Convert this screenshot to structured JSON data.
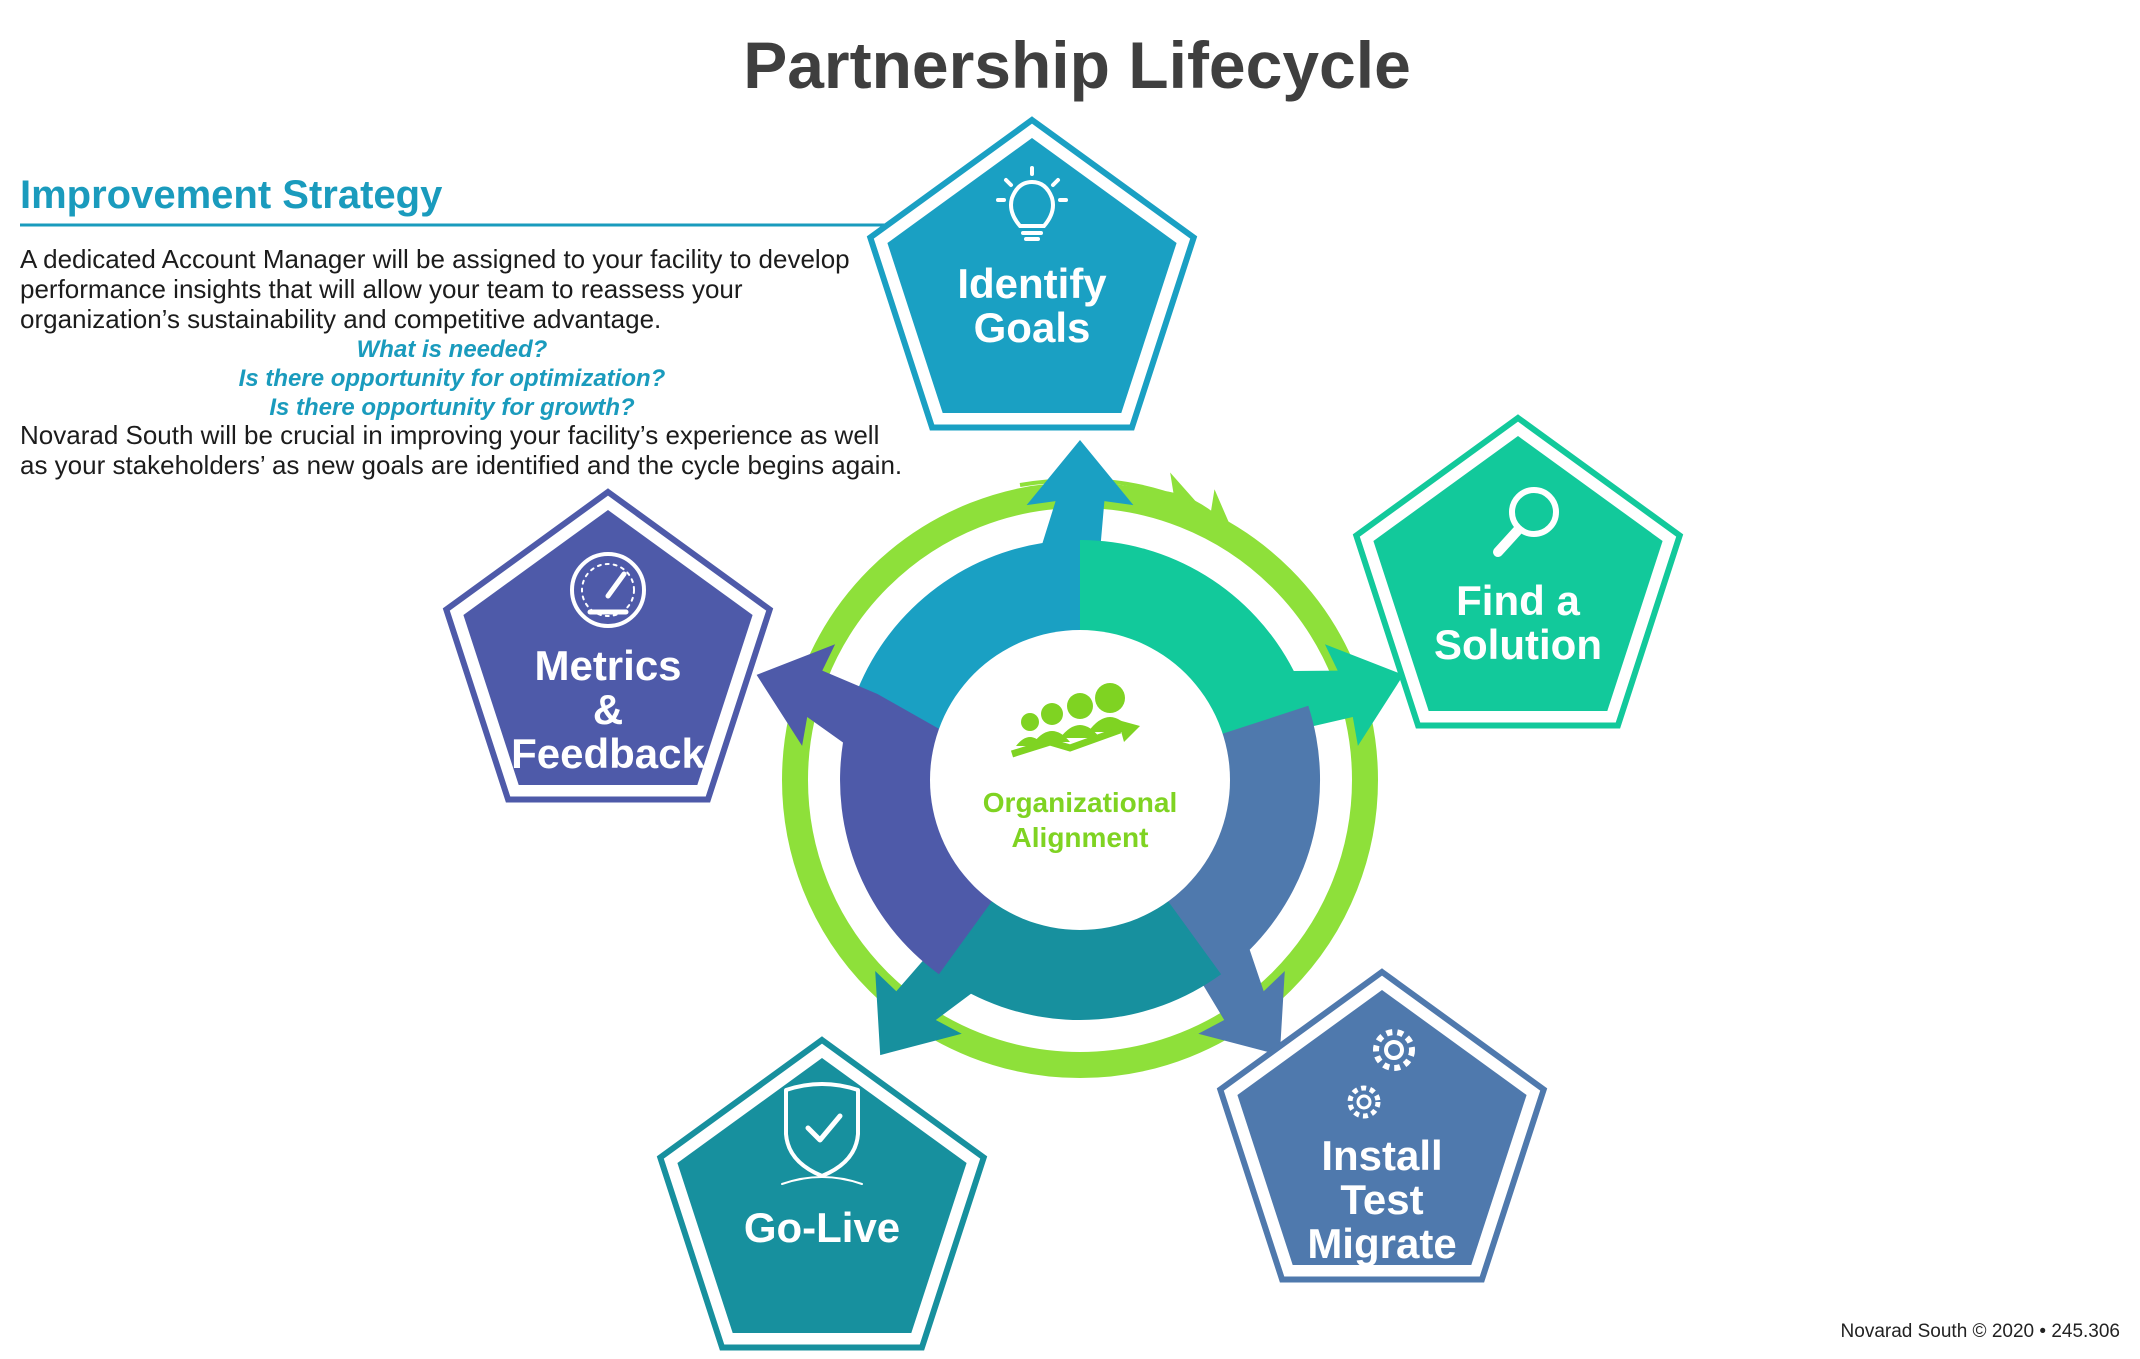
{
  "title": "Partnership Lifecycle",
  "strategy": {
    "heading": "Improvement Strategy",
    "para1": [
      "A dedicated Account Manager will be assigned to your facility to develop",
      "performance insights that will allow your team to reassess your",
      "organization’s sustainability and competitive advantage."
    ],
    "questions": [
      "What is needed?",
      "Is there opportunity for optimization?",
      "Is there opportunity for growth?"
    ],
    "para2": [
      "Novarad South will be crucial in improving your facility’s experience as well",
      "as your stakeholders’ as new goals are identified and the cycle begins again."
    ]
  },
  "stages": [
    {
      "lines": [
        "Identify",
        "Goals"
      ],
      "icon": "lightbulb-icon",
      "color": "#1aa0c3"
    },
    {
      "lines": [
        "Find a",
        "Solution"
      ],
      "icon": "magnifier-icon",
      "color": "#12c99b"
    },
    {
      "lines": [
        "Install",
        "Test",
        "Migrate"
      ],
      "icon": "gears-icon",
      "color": "#4f79ad"
    },
    {
      "lines": [
        "Go-Live"
      ],
      "icon": "shield-check-icon",
      "color": "#17909e"
    },
    {
      "lines": [
        "Metrics",
        "&",
        "Feedback"
      ],
      "icon": "gauge-icon",
      "color": "#4e5aa9"
    }
  ],
  "center": {
    "lines": [
      "Organizational",
      "Alignment"
    ],
    "icon": "team-growth-icon",
    "color": "#7fd322"
  },
  "ring_color": "#8ee03a",
  "footer": "Novarad South  © 2020  •  245.306"
}
